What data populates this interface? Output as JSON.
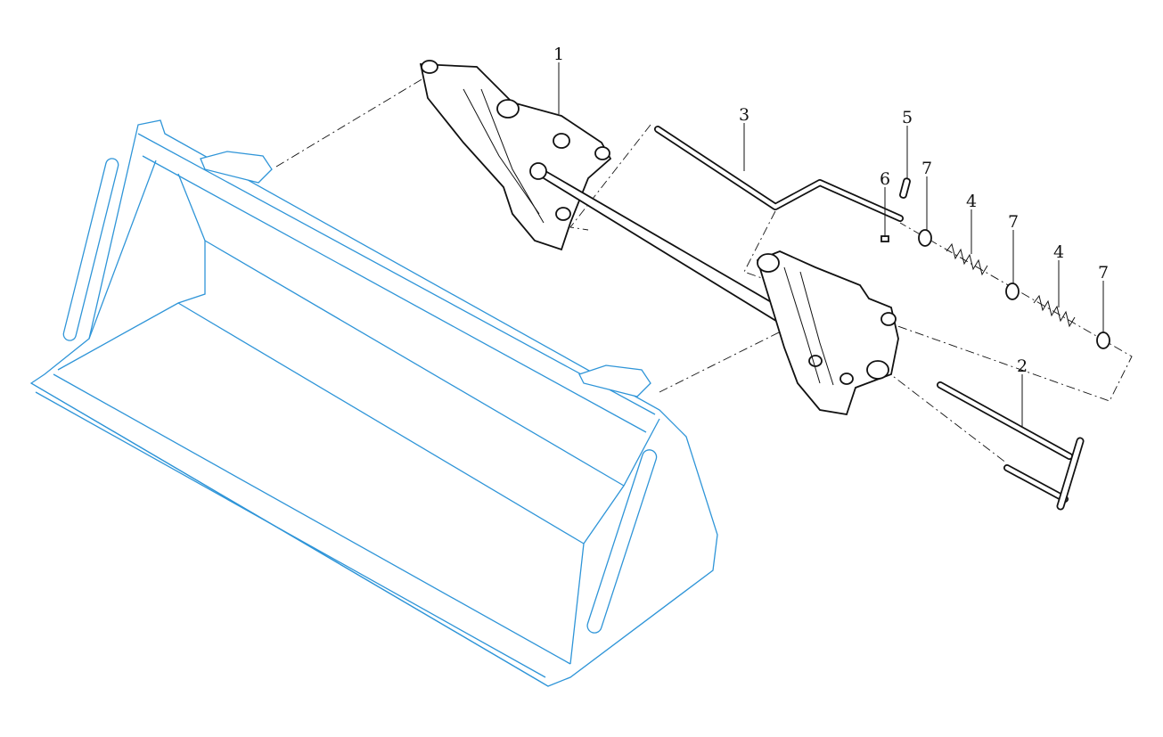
{
  "diagram": {
    "colors": {
      "bucket": "#2f95d8",
      "parts": "#111111"
    },
    "callouts": [
      {
        "id": "callout-1",
        "text": "1"
      },
      {
        "id": "callout-2",
        "text": "2"
      },
      {
        "id": "callout-3",
        "text": "3"
      },
      {
        "id": "callout-4a",
        "text": "4"
      },
      {
        "id": "callout-4b",
        "text": "4"
      },
      {
        "id": "callout-5",
        "text": "5"
      },
      {
        "id": "callout-6",
        "text": "6"
      },
      {
        "id": "callout-7a",
        "text": "7"
      },
      {
        "id": "callout-7b",
        "text": "7"
      },
      {
        "id": "callout-7c",
        "text": "7"
      }
    ]
  }
}
